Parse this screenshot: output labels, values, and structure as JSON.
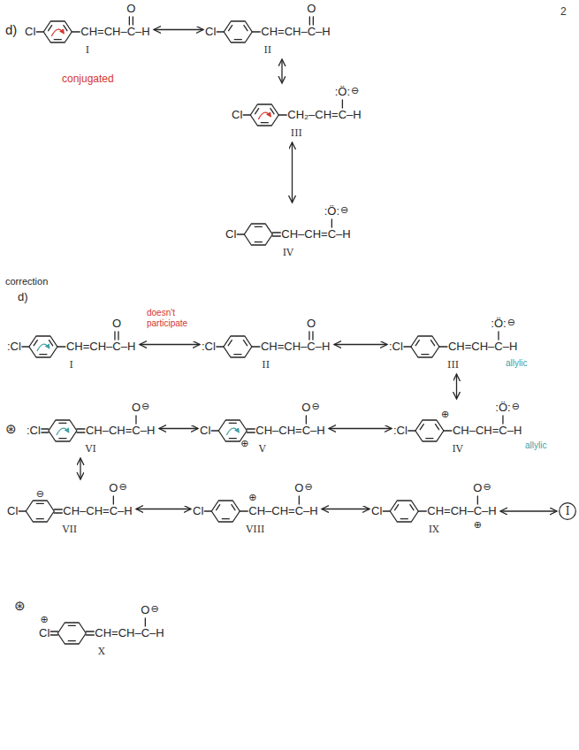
{
  "diagram": {
    "nodes": [
      {
        "text": [
          "Cl",
          "CH=CH–C–H",
          "O",
          "I"
        ]
      },
      {
        "text": [
          "Cl",
          "CH=CH–C–H",
          "O",
          "II"
        ]
      },
      {
        "text": [
          "Cl",
          "CH₂–CH=C–H",
          ":Ö:",
          "⊖",
          "III"
        ]
      },
      {
        "text": [
          "Cl",
          "CH–CH=C–H",
          ":Ö:",
          "⊖",
          "IV"
        ]
      },
      {
        "text": [
          ":Cl",
          "CH=CH–C–H",
          "O",
          "I"
        ]
      },
      {
        "text": [
          ":Cl",
          "CH=CH–C–H",
          "O",
          "II"
        ]
      },
      {
        "text": [
          ":Cl",
          "CH=CH–C–H",
          ":Ö:",
          "⊖",
          "III"
        ]
      },
      {
        "text": [
          ":Cl",
          "CH–CH=C–H",
          "O",
          "⊖",
          "VI"
        ]
      },
      {
        "text": [
          "Cl",
          "⊕",
          "CH–CH=C–H",
          "O",
          "⊖",
          "V"
        ]
      },
      {
        "text": [
          ":Cl",
          "⊕",
          "CH–CH=C–H",
          ":Ö:",
          "⊖",
          "IV"
        ]
      },
      {
        "text": [
          "Cl",
          "⊖",
          "CH–CH=C–H",
          "O",
          "⊖",
          "VII"
        ]
      },
      {
        "text": [
          "Cl",
          "⊕",
          "CH–CH=C–H",
          "O",
          "⊖",
          "VIII"
        ]
      },
      {
        "text": [
          "Cl",
          "CH=CH–C–H",
          "O",
          "⊖",
          "⊕",
          "IX"
        ]
      },
      {
        "text": [
          "I"
        ]
      },
      {
        "text": [
          "⊕",
          "Cl",
          "CH=CH–C–H",
          "O",
          "⊖",
          "X"
        ]
      }
    ],
    "edges": [
      {
        "from": 0,
        "to": 1,
        "arrow": "both"
      },
      {
        "from": 1,
        "to": 2,
        "arrow": "both"
      },
      {
        "from": 2,
        "to": 3,
        "arrow": "both"
      },
      {
        "from": 4,
        "to": 5,
        "arrow": "both"
      },
      {
        "from": 5,
        "to": 6,
        "arrow": "both"
      },
      {
        "from": 6,
        "to": 9,
        "arrow": "both"
      },
      {
        "from": 9,
        "to": 8,
        "arrow": "both"
      },
      {
        "from": 8,
        "to": 7,
        "arrow": "both"
      },
      {
        "from": 7,
        "to": 10,
        "arrow": "both"
      },
      {
        "from": 10,
        "to": 11,
        "arrow": "both"
      },
      {
        "from": 11,
        "to": 12,
        "arrow": "both"
      },
      {
        "from": 12,
        "to": 13,
        "arrow": "both"
      }
    ],
    "labels": [
      "2",
      "d)",
      "conjugated",
      "correction",
      "d)",
      "doesn't participate",
      "allylic",
      "⊛",
      "allylic",
      "⊛"
    ]
  }
}
